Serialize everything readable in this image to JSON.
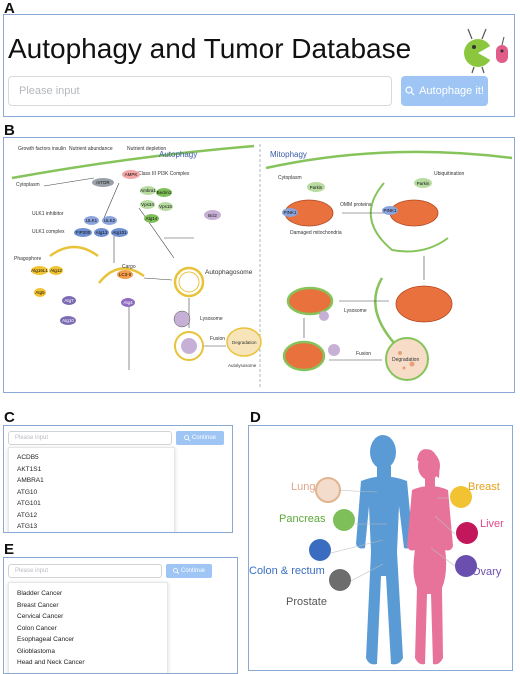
{
  "panels": {
    "a": "A",
    "b": "B",
    "c": "C",
    "d": "D",
    "e": "E"
  },
  "panel_a": {
    "title": "Autophagy and Tumor Database",
    "search_placeholder": "Please input",
    "search_button": "Autophage it!"
  },
  "panel_b": {
    "autophagy_title": "Autophagy",
    "mitophagy_title": "Mitophagy",
    "labels": {
      "growth": "Growth factors insulin",
      "nutrient": "Nutrient abundance",
      "depletion": "Nutrient depletion",
      "cytoplasm": "Cytoplasm",
      "ulk_inhibitor": "ULK1 inhibitor",
      "ulk_complex": "ULK1 complex",
      "pi3k": "Class III PI3K Complex",
      "phagophore": "Phagophore",
      "cargo": "Cargo",
      "autophagosome": "Autophagosome",
      "lysosome": "Lysosome",
      "fusion": "Fusion",
      "degradation": "Degradation",
      "autolysosome": "Autolysosome",
      "mito_cytoplasm": "Cytoplasm",
      "omm": "OMM proteins",
      "damaged": "Damaged mitochondria",
      "ubiq": "Ubiquitination",
      "mito_lysosome": "Lysosome",
      "mito_fusion": "Fusion",
      "mito_degradation": "Degradation"
    },
    "nodes": {
      "mtor": "mTOR",
      "ampk": "AMPK",
      "ulk1": "ULK1",
      "ulk2": "ULK2",
      "fip200": "FIP200",
      "atg13": "Atg13",
      "atg101": "Atg101",
      "ambra": "Ambra1",
      "beclin": "Beclin1",
      "vps34": "Vps34",
      "vps15": "Vps15",
      "atg14": "Atg14",
      "bcl2": "Bcl2",
      "atg16l1": "Atg16L1",
      "atg12": "Atg12",
      "atg5": "Atg5",
      "atg7": "Atg7",
      "atg10": "Atg10",
      "lc3": "LC3-II",
      "atg4": "Atg4",
      "pink1": "PINK1",
      "parkin": "Parkin"
    }
  },
  "panel_c": {
    "placeholder": "Please input",
    "button": "Continue",
    "genes": [
      "ACDB5",
      "AKT1S1",
      "AMBRA1",
      "ATG10",
      "ATG101",
      "ATG12",
      "ATG13"
    ]
  },
  "panel_d": {
    "organs": {
      "lung": "Lung",
      "pancreas": "Pancreas",
      "colon": "Colon & rectum",
      "prostate": "Prostate",
      "breast": "Breast",
      "liver": "Liver",
      "ovary": "Ovary"
    },
    "colors": {
      "male": "#5b9bd5",
      "female": "#e8739a"
    }
  },
  "panel_e": {
    "placeholder": "Please input",
    "button": "Continue",
    "cancers": [
      "Bladder Cancer",
      "Breast Cancer",
      "Cervical Cancer",
      "Colon Cancer",
      "Esophageal Cancer",
      "Glioblastoma",
      "Head and Neck Cancer"
    ]
  }
}
